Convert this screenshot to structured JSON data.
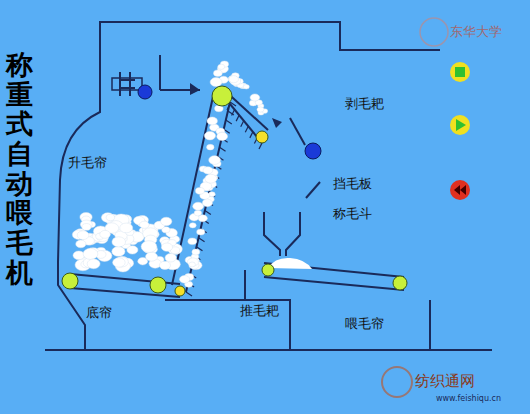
{
  "diagram": {
    "title": "称重式自动喂毛机",
    "labels": [
      "升毛帘",
      "底帘",
      "剥毛耙",
      "挡毛板",
      "称毛斗",
      "推毛耙",
      "喂毛帘",
      "东华大学",
      "纺织通网",
      "www.feishiqu.cn"
    ]
  }
}
